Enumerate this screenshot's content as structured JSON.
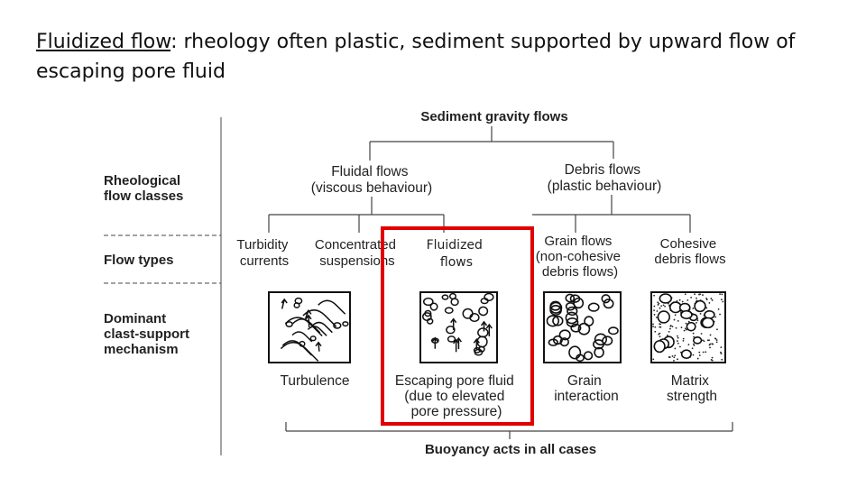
{
  "slide": {
    "title_term": "Fluidized flow",
    "title_rest": ": rheology often plastic, sediment supported by upward flow of escaping pore fluid"
  },
  "diagram": {
    "root": "Sediment gravity flows",
    "row_labels": {
      "rheological": [
        "Rheological",
        "flow classes"
      ],
      "flow_types": "Flow types",
      "mechanism": [
        "Dominant",
        "clast-support",
        "mechanism"
      ]
    },
    "classes": {
      "fluidal": [
        "Fluidal flows",
        "(viscous behaviour)"
      ],
      "debris": [
        "Debris flows",
        "(plastic behaviour)"
      ]
    },
    "flow_types": {
      "turbidity": [
        "Turbidity",
        "currents"
      ],
      "concentrated": [
        "Concentrated",
        "suspensions"
      ],
      "fluidized": [
        "Fluidized",
        "flows"
      ],
      "grain": [
        "Grain flows",
        "(non-cohesive",
        "debris flows)"
      ],
      "cohesive": [
        "Cohesive",
        "debris flows"
      ]
    },
    "mechanisms": {
      "turbulence": [
        "Turbulence"
      ],
      "escaping": [
        "Escaping pore fluid",
        "(due to elevated",
        "pore pressure)"
      ],
      "grain": [
        "Grain",
        "interaction"
      ],
      "matrix": [
        "Matrix",
        "strength"
      ]
    },
    "footer": "Buoyancy acts in all cases",
    "highlight_color": "#e00000"
  }
}
